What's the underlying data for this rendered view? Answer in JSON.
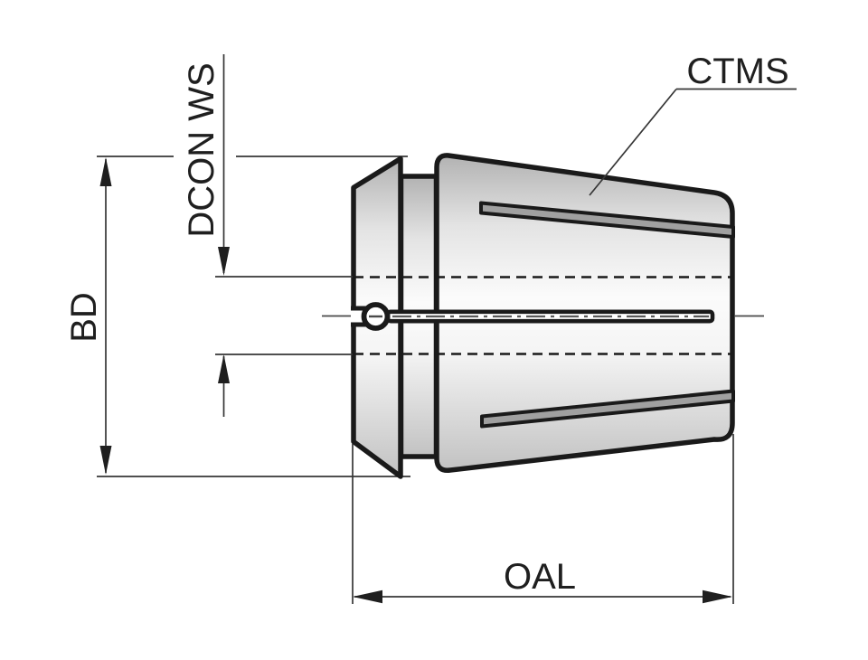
{
  "drawing": {
    "background": "#ffffff",
    "outline_color": "#1a1a1a",
    "dimension_line_color": "#363636",
    "text_color": "#1f1f1f",
    "labels": {
      "dcon_ws": "DCON WS",
      "bd": "BD",
      "ctms": "CTMS",
      "oal": "OAL"
    }
  }
}
